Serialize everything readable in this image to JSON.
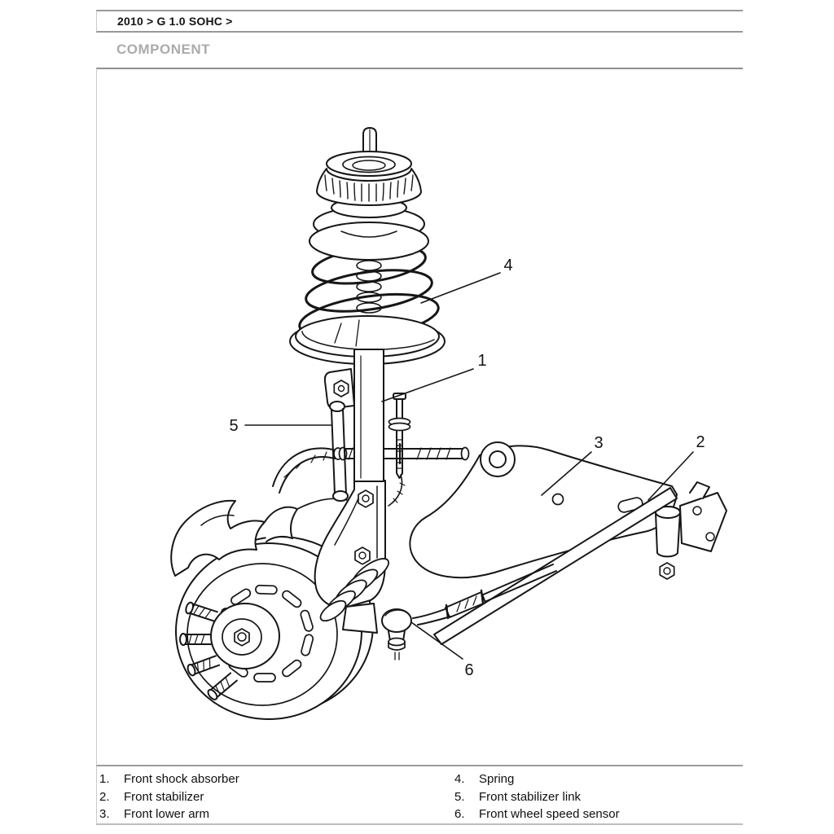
{
  "breadcrumb": {
    "text": "2010 > G 1.0 SOHC >"
  },
  "section": {
    "title": "COMPONENT"
  },
  "colors": {
    "rule_gray": "#989898",
    "heading_gray": "#ababab",
    "line_art_black": "#161616",
    "legend_text": "#0f0f0f",
    "background": "#ffffff"
  },
  "diagram": {
    "callouts": [
      {
        "num": "1",
        "part": "Front shock absorber"
      },
      {
        "num": "2",
        "part": "Front stabilizer"
      },
      {
        "num": "3",
        "part": "Front lower arm"
      },
      {
        "num": "4",
        "part": "Spring"
      },
      {
        "num": "5",
        "part": "Front stabilizer link"
      },
      {
        "num": "6",
        "part": "Front wheel speed sensor"
      }
    ]
  },
  "legend": {
    "left": [
      {
        "num": "1.",
        "label": "Front shock absorber"
      },
      {
        "num": "2.",
        "label": "Front stabilizer"
      },
      {
        "num": "3.",
        "label": "Front lower arm"
      }
    ],
    "right": [
      {
        "num": "4.",
        "label": "Spring"
      },
      {
        "num": "5.",
        "label": "Front stabilizer link"
      },
      {
        "num": "6.",
        "label": "Front wheel speed sensor"
      }
    ]
  }
}
